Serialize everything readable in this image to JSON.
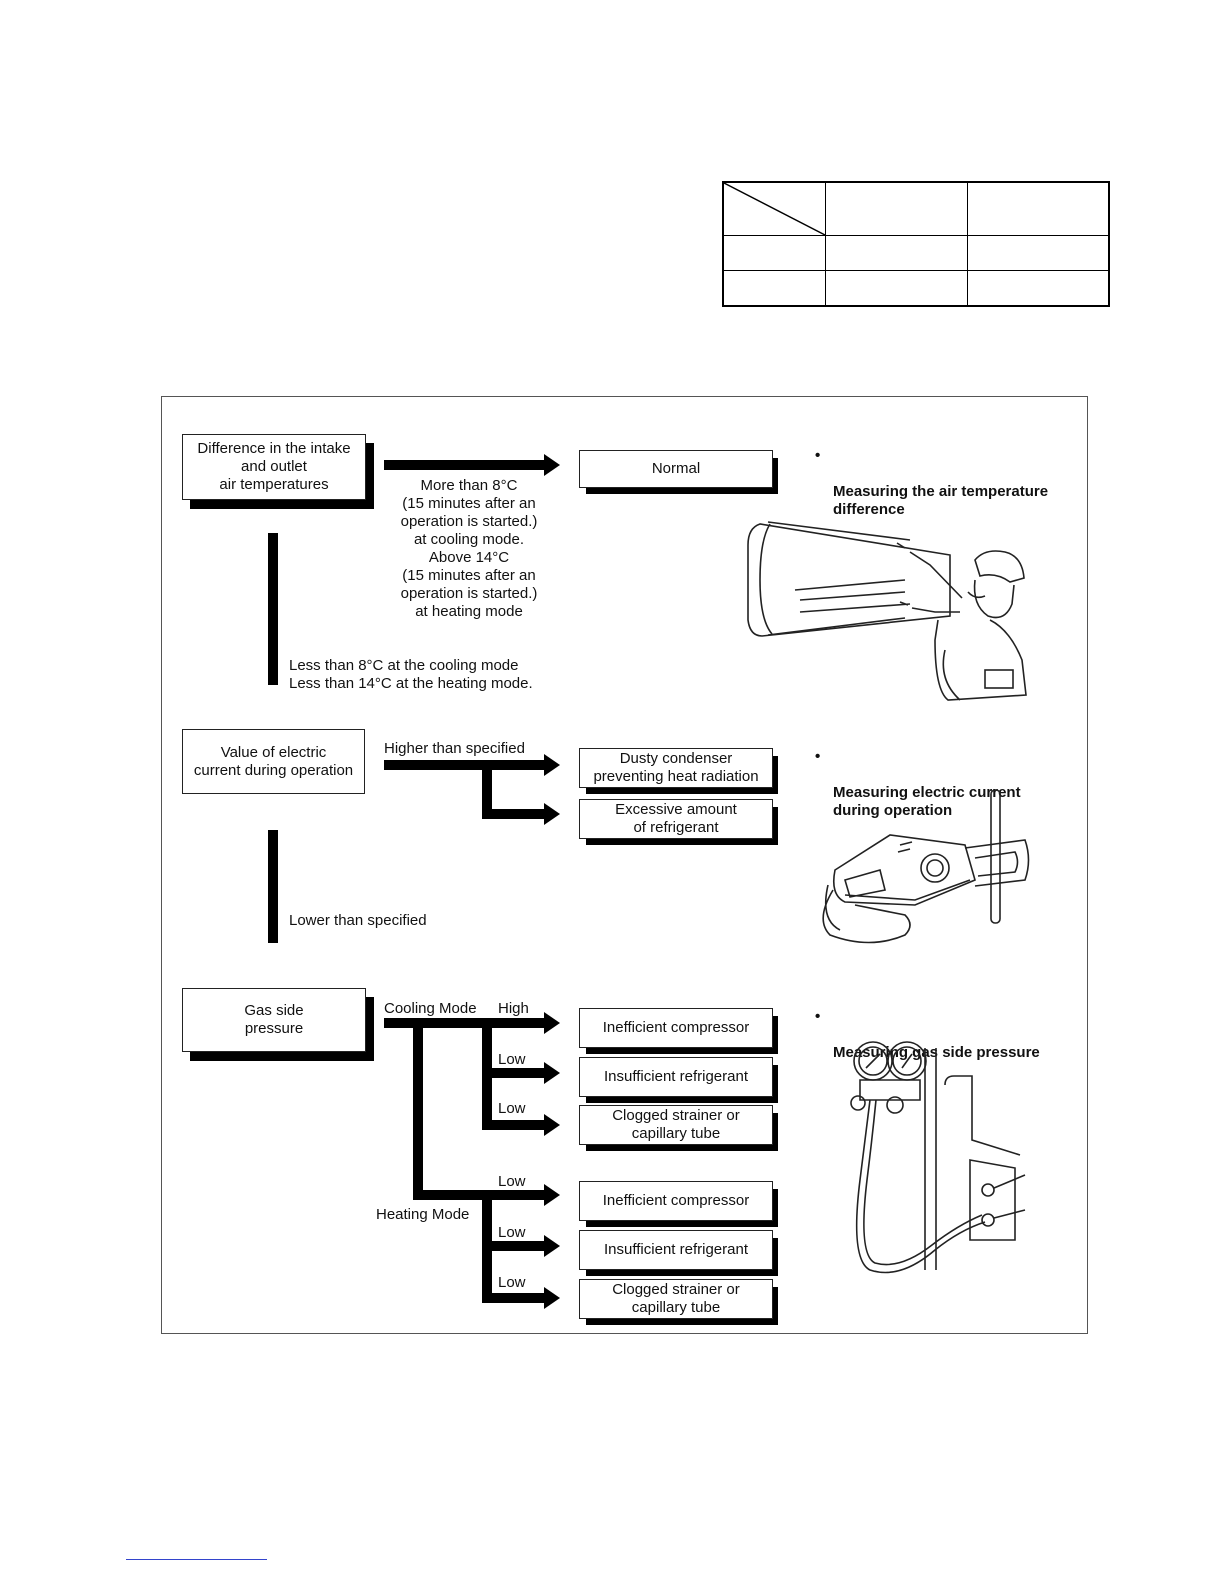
{
  "flow": {
    "step1": {
      "box": "Difference in the intake\nand outlet\nair temperatures",
      "normal_box": "Normal",
      "condition_normal": "More than 8°C\n(15 minutes after an\noperation is started.)\nat cooling mode.\nAbove 14°C\n(15 minutes after an\noperation is started.)\nat heating mode",
      "condition_down": "Less than 8°C at the cooling mode\nLess than 14°C at the heating mode.",
      "note": "Measuring the air temperature\ndifference"
    },
    "step2": {
      "box": "Value of electric\ncurrent during operation",
      "higher_label": "Higher than specified",
      "result1": "Dusty condenser\npreventing heat radiation",
      "result2": "Excessive amount\nof refrigerant",
      "lower_label": "Lower than specified",
      "note": "Measuring electric current\nduring operation"
    },
    "step3": {
      "box": "Gas side\npressure",
      "cooling_label": "Cooling Mode",
      "heating_label": "Heating Mode",
      "branches": [
        {
          "level": "High",
          "result": "Inefficient compressor"
        },
        {
          "level": "Low",
          "result": "Insufficient refrigerant"
        },
        {
          "level": "Low",
          "result": "Clogged strainer or\ncapillary tube"
        },
        {
          "level": "Low",
          "result": "Inefficient compressor"
        },
        {
          "level": "Low",
          "result": "Insufficient refrigerant"
        },
        {
          "level": "Low",
          "result": "Clogged strainer or\ncapillary tube"
        }
      ],
      "note": "Measuring gas side pressure"
    },
    "bullet_glyph": "•"
  },
  "icons": [
    "air-conditioner-technician-illustration",
    "clamp-meter-illustration",
    "pressure-gauge-manifold-illustration"
  ]
}
